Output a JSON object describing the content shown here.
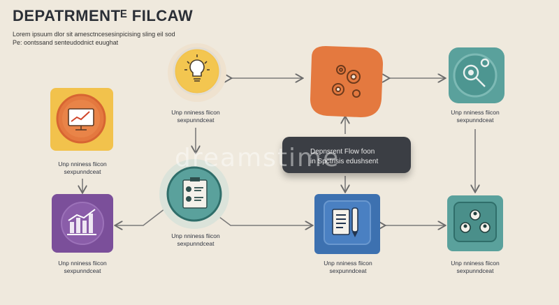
{
  "header": {
    "title": "DEPATRMENTᴱ FILCAW",
    "subtitle_line1": "Lorem ipsuum dlor sit amesctncesesinpicising sling eil sod",
    "subtitle_line2": "Pe: oontssand senteudodnict euughat"
  },
  "hub": {
    "line1": "Depnsrent Flow foon",
    "line2": "in Spctrisis edushsent"
  },
  "captions": {
    "line1": "Unp nniness fiicon",
    "line2": "sexpunndceat"
  },
  "watermark": "dreamstime",
  "icons": {
    "top_left": "lightbulb-icon",
    "top_center": "gears-icon",
    "top_right": "gear-magnifier-icon",
    "left": "monitor-chart-icon",
    "middle_left": "id-card-icon",
    "bottom_left": "bar-chart-icon",
    "bottom_center": "document-pen-icon",
    "bottom_right": "team-network-icon"
  },
  "colors": {
    "background": "#efe9dd",
    "yellow": "#f2c24c",
    "orange": "#e4793f",
    "teal": "#5aa19c",
    "purple": "#7b4f9a",
    "blue": "#3d71b0",
    "dark": "#3b3e44"
  }
}
